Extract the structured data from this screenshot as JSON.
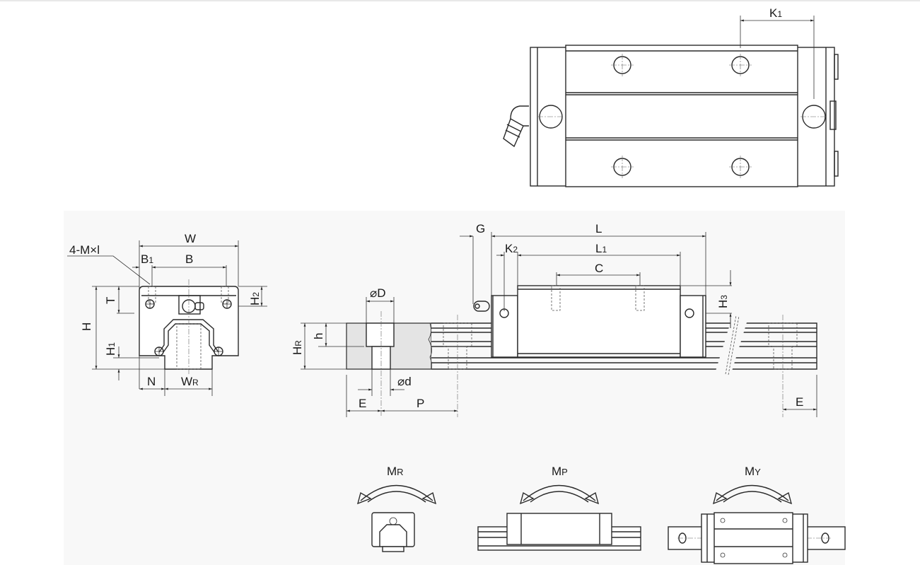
{
  "labels": {
    "K1": {
      "main": "K",
      "sub": "1"
    },
    "W": "W",
    "B": "B",
    "B1": {
      "main": "B",
      "sub": "1"
    },
    "M": "4-M×l",
    "T": "T",
    "H": "H",
    "H1": {
      "main": "H",
      "sub": "1"
    },
    "H2": {
      "main": "H",
      "sub": "2"
    },
    "N": "N",
    "WR": {
      "main": "W",
      "sub": "R"
    },
    "G": "G",
    "L": "L",
    "K2": {
      "main": "K",
      "sub": "2"
    },
    "L1": {
      "main": "L",
      "sub": "1"
    },
    "C": "C",
    "H3": {
      "main": "H",
      "sub": "3"
    },
    "D": "⌀D",
    "h": "h",
    "HR": {
      "main": "H",
      "sub": "R"
    },
    "d": "⌀d",
    "E_left": "E",
    "P": "P",
    "E_right": "E",
    "MR": {
      "main": "M",
      "sub": "R"
    },
    "MP": {
      "main": "M",
      "sub": "P"
    },
    "MY": {
      "main": "M",
      "sub": "Y"
    }
  },
  "colors": {
    "line": "#2a2a2a",
    "section_fill": "#e4e4e4",
    "panel": "#f8f8f8"
  }
}
